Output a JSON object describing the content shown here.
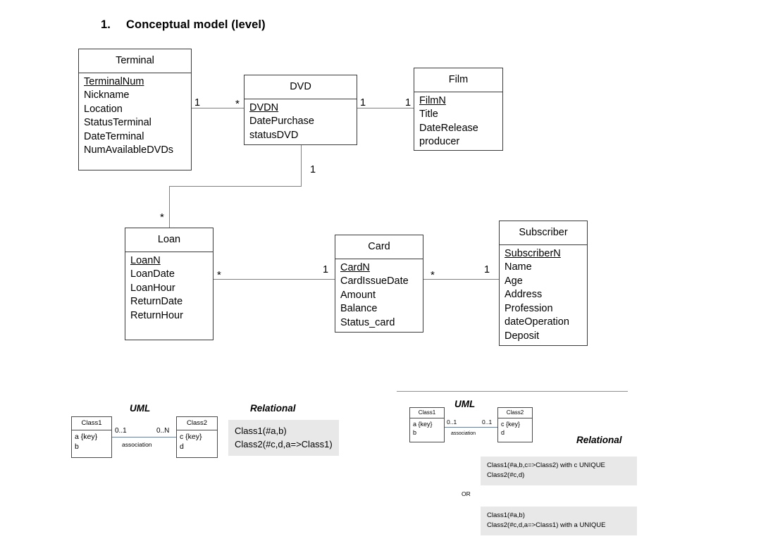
{
  "title": {
    "number": "1.",
    "text": "Conceptual model (level)"
  },
  "classes": [
    {
      "name": "Terminal",
      "attributes": [
        "TerminalNum",
        "Nickname",
        "Location",
        "StatusTerminal",
        "DateTerminal",
        "NumAvailableDVDs"
      ],
      "key_attribute": "TerminalNum"
    },
    {
      "name": "DVD",
      "attributes": [
        "DVDN",
        "DatePurchase",
        "statusDVD"
      ],
      "key_attribute": "DVDN"
    },
    {
      "name": "Film",
      "attributes": [
        "FilmN",
        "Title",
        "DateRelease",
        "producer"
      ],
      "key_attribute": "FilmN"
    },
    {
      "name": "Loan",
      "attributes": [
        "LoanN",
        "LoanDate",
        "LoanHour",
        "ReturnDate",
        "ReturnHour"
      ],
      "key_attribute": "LoanN"
    },
    {
      "name": "Card",
      "attributes": [
        "CardN",
        "CardIssueDate",
        "Amount",
        "Balance",
        "Status_card"
      ],
      "key_attribute": "CardN"
    },
    {
      "name": "Subscriber",
      "attributes": [
        "SubscriberN",
        "Name",
        "Age",
        "Address",
        "Profession",
        "dateOperation",
        "Deposit"
      ],
      "key_attribute": "SubscriberN"
    }
  ],
  "multiplicities": {
    "terminal_dvd_left": "1",
    "terminal_dvd_right": "*",
    "dvd_film_left": "1",
    "dvd_film_right": "1",
    "dvd_loan_top": "1",
    "dvd_loan_bottom": "*",
    "loan_card_left": "*",
    "loan_card_right": "1",
    "card_subscriber_left": "*",
    "card_subscriber_right": "1"
  },
  "legend_left": {
    "uml_heading": "UML",
    "relational_heading": "Relational",
    "class1": {
      "name": "Class1",
      "attributes": [
        "a {key}",
        "b"
      ]
    },
    "class2": {
      "name": "Class2",
      "attributes": [
        "c {key}",
        "d"
      ]
    },
    "mult_left": "0..1",
    "mult_right": "0..N",
    "association_label": "association",
    "relational_lines": [
      "Class1(#a,b)",
      "Class2(#c,d,a=>Class1)"
    ]
  },
  "legend_right": {
    "uml_heading": "UML",
    "relational_heading": "Relational",
    "class1": {
      "name": "Class1",
      "attributes": [
        "a {key}",
        "b"
      ]
    },
    "class2": {
      "name": "Class2",
      "attributes": [
        "c {key}",
        "d"
      ]
    },
    "mult_left": "0..1",
    "mult_right": "0..1",
    "association_label": "association",
    "or_label": "OR",
    "relational_option_a": [
      "Class1(#a,b,c=>Class2) with c UNIQUE",
      "Class2(#c,d)"
    ],
    "relational_option_b": [
      "Class1(#a,b)",
      "Class2(#c,d,a=>Class1) with a UNIQUE"
    ]
  },
  "colors": {
    "box_border": "#3a3a3a",
    "connector": "#808080",
    "legend_rule": "#7a93b5",
    "relational_bg": "#e8e8e8",
    "association": "#6b7f99"
  }
}
